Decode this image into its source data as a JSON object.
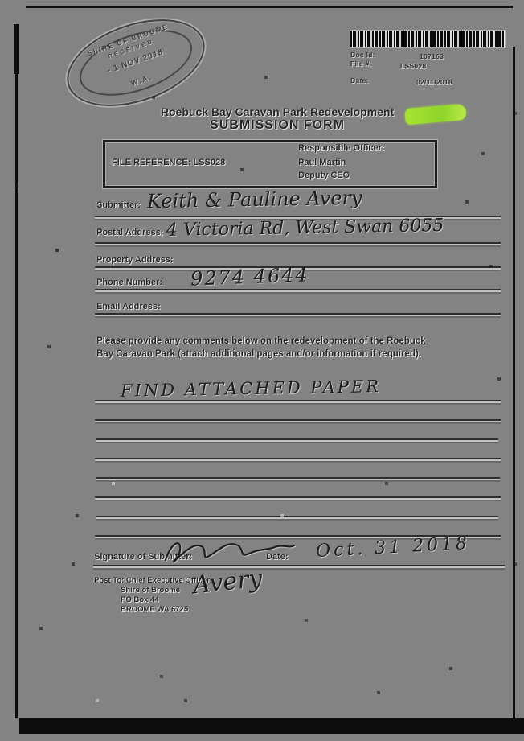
{
  "document": {
    "title_line1": "Roebuck Bay Caravan Park Redevelopment",
    "title_line2": "SUBMISSION FORM"
  },
  "received_stamp": {
    "arc_top": "SHIRE OF BROOME",
    "center": "RECEIVED",
    "date": "- 1 NOV 2018",
    "bottom": "W.A."
  },
  "records_stamp": {
    "rows": [
      {
        "label": "Doc Id:",
        "value": "107163"
      },
      {
        "label": "File #:",
        "value": "LSS028"
      },
      {
        "label": "Date:",
        "value": "02/11/2018"
      }
    ]
  },
  "reference_box": {
    "file_reference": "FILE REFERENCE: LSS028",
    "officer_label": "Responsible Officer:",
    "officer_name": "Paul Martin",
    "officer_title": "Deputy CEO"
  },
  "fields": [
    {
      "label": "Submitter:",
      "value": "Keith & Pauline Avery"
    },
    {
      "label": "Postal Address:",
      "value": "4 Victoria Rd, West Swan 6055"
    },
    {
      "label": "Property Address:",
      "value": ""
    },
    {
      "label": "Phone Number:",
      "value": "9274 4644"
    },
    {
      "label": "Email Address:",
      "value": ""
    }
  ],
  "instructions": "Please provide any comments below on the redevelopment of the Roebuck Bay Caravan Park (attach additional pages and/or information if required).",
  "comment": "FIND ATTACHED PAPER",
  "signature": {
    "label": "Signature of Submitter:",
    "date_label": "Date:",
    "date_value": "Oct. 31 2018",
    "annotation": "Avery"
  },
  "post_block": {
    "line1": "Post To: Chief Executive Officer",
    "line2": "Shire of Broome",
    "line3": "PO Box 44",
    "line4": "BROOME WA 6725"
  },
  "colors": {
    "paper": "#838383",
    "ink": "#262626",
    "highlight_green": "#9ade33"
  }
}
